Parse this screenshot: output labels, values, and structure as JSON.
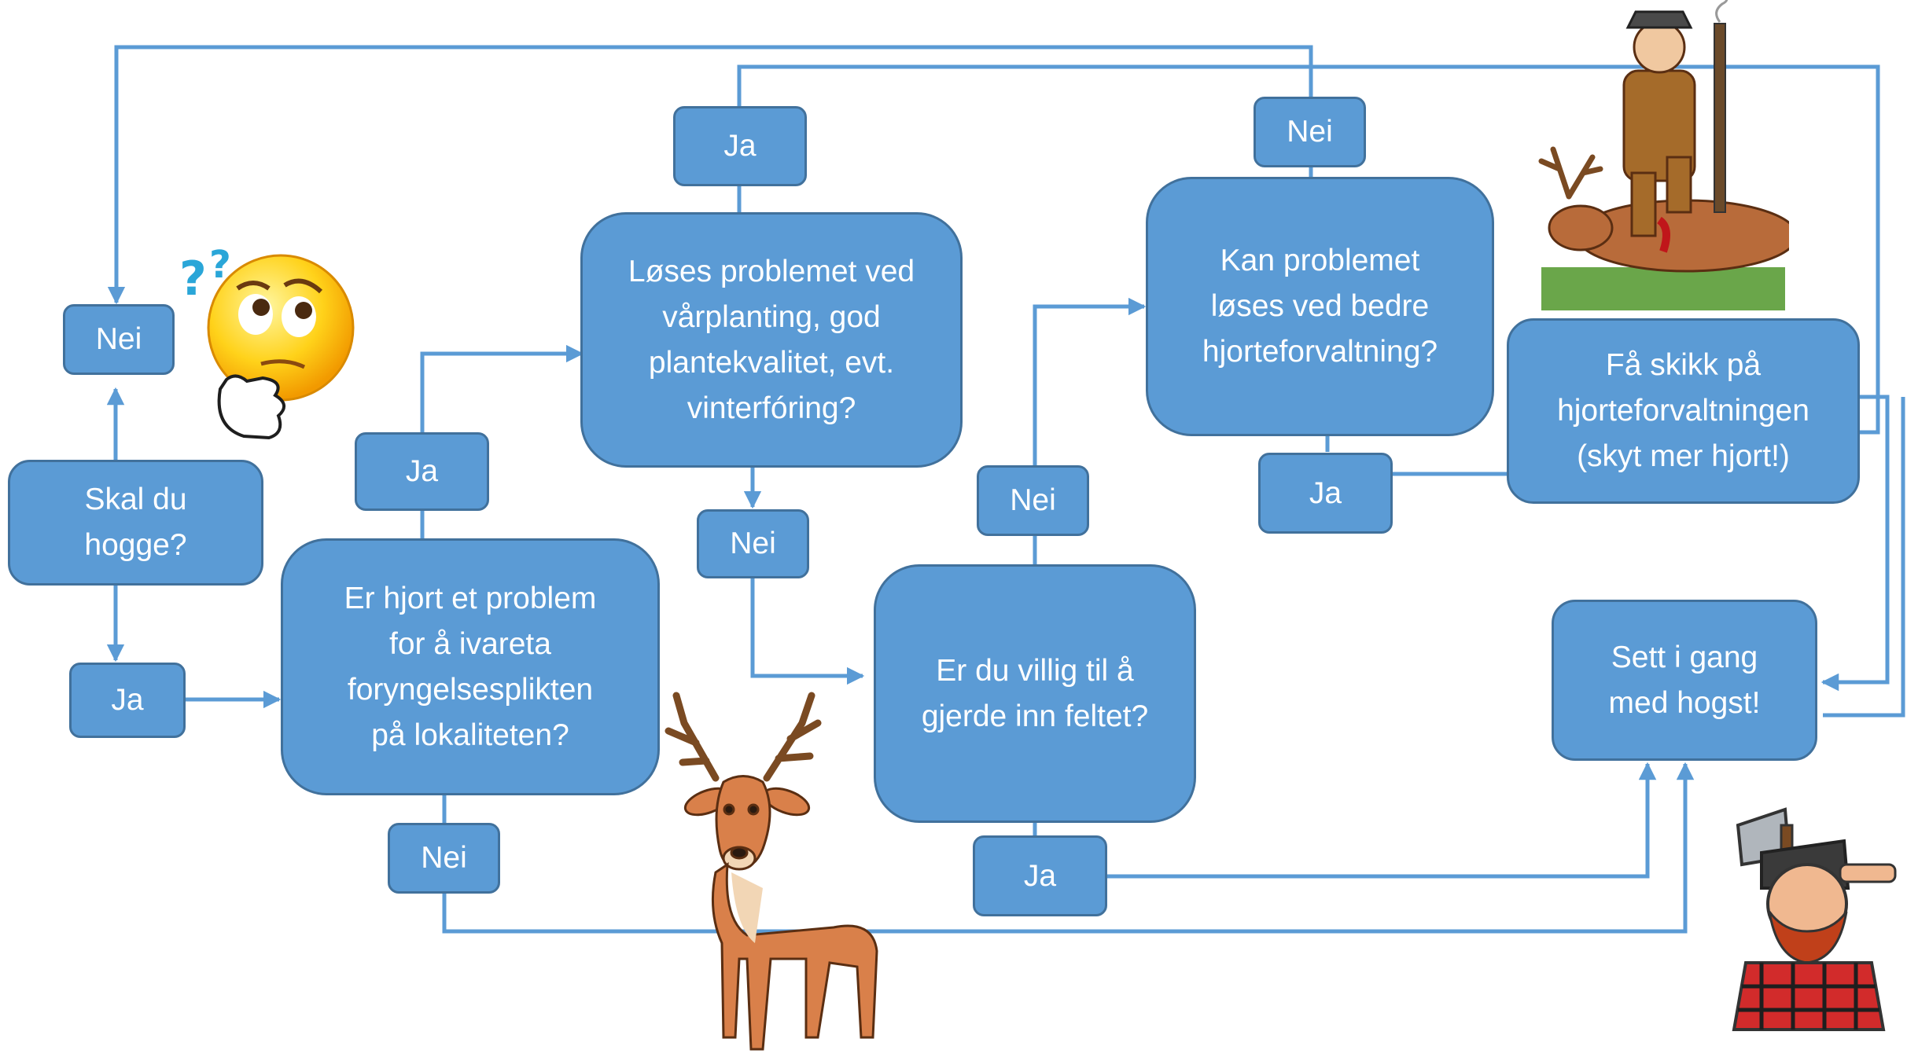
{
  "flowchart": {
    "colors": {
      "box_fill": "#5b9bd5",
      "box_border": "#41719c",
      "connector": "#5b9bd5",
      "text": "#ffffff"
    },
    "questions": {
      "cut": "Skal du\nhogge?",
      "deer_problem": "Er hjort et problem\nfor å ivareta\nforyngelsesplikten\npå lokaliteten?",
      "spring_planting": "Løses problemet ved\nvårplanting, god\nplantekvalitet, evt.\nvinterfóring?",
      "fence": "Er du villig til å\ngjerde inn feltet?",
      "deer_management": "Kan problemet\nløses ved bedre\nhjorteforvaltning?"
    },
    "actions": {
      "fix_management": "Få skikk på\nhjorteforvaltningen\n(skyt mer hjort!)",
      "start_harvest": "Sett i gang\nmed hogst!"
    },
    "answers": {
      "cut_no": "Nei",
      "cut_yes": "Ja",
      "deer_problem_yes": "Ja",
      "deer_problem_no": "Nei",
      "spring_planting_yes": "Ja",
      "spring_planting_no": "Nei",
      "fence_no": "Nei",
      "fence_yes": "Ja",
      "deer_management_no": "Nei",
      "deer_management_yes": "Ja"
    }
  },
  "illustrations": {
    "thinking_face": "thinking-emoji",
    "deer": "red-deer-cartoon",
    "hunter": "hunter-with-stag-cartoon",
    "lumberjack": "lumberjack-with-axe-cartoon"
  }
}
